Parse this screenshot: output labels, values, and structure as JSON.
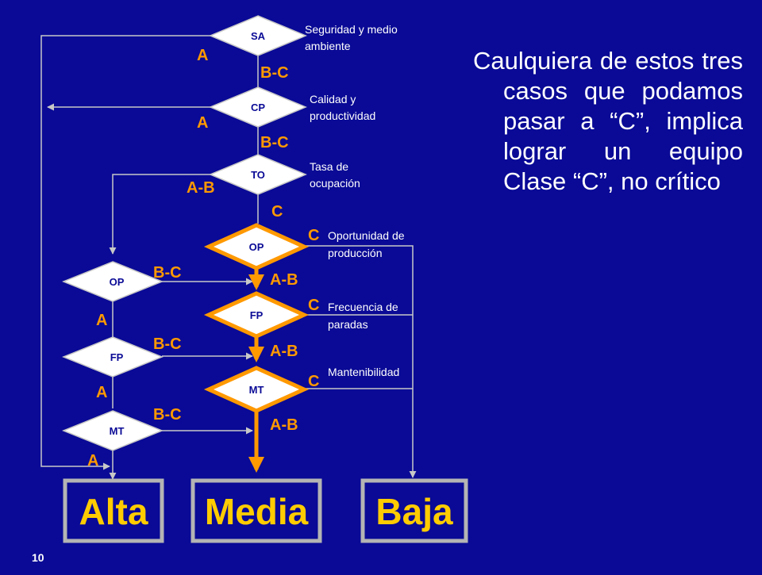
{
  "colors": {
    "background": "#0a0a96",
    "line": "#c8c8c8",
    "accent": "#ff9900",
    "outcome_text": "#ffcc00",
    "outcome_box": "#0a0a96",
    "outcome_border": "#b4b4b4"
  },
  "nodes": {
    "sa": {
      "label": "SA",
      "desc": [
        "Seguridad y medio",
        "ambiente"
      ]
    },
    "cp": {
      "label": "CP",
      "desc": [
        "Calidad y",
        "productividad"
      ]
    },
    "to": {
      "label": "TO",
      "desc": [
        "Tasa de",
        "ocupación"
      ]
    },
    "op_center": {
      "label": "OP",
      "desc": [
        "Oportunidad de",
        "producción"
      ]
    },
    "fp_center": {
      "label": "FP",
      "desc": [
        "Frecuencia de",
        "paradas"
      ]
    },
    "mt_center": {
      "label": "MT",
      "desc": [
        "Mantenibilidad"
      ]
    },
    "op_left": {
      "label": "OP"
    },
    "fp_left": {
      "label": "FP"
    },
    "mt_left": {
      "label": "MT"
    }
  },
  "edge_labels": {
    "sa_a": "A",
    "sa_bc": "B-C",
    "cp_a": "A",
    "cp_bc": "B-C",
    "to_ab": "A-B",
    "to_c": "C",
    "op_c": "C",
    "op_ab": "A-B",
    "fp_c": "C",
    "fp_ab": "A-B",
    "mt_c": "C",
    "mt_ab": "A-B",
    "opl_bc": "B-C",
    "opl_a": "A",
    "fpl_bc": "B-C",
    "fpl_a": "A",
    "mtl_bc": "B-C",
    "mtl_a": "A"
  },
  "outcomes": {
    "alta": "Alta",
    "media": "Media",
    "baja": "Baja"
  },
  "side_text": "Caulquiera de estos tres casos que podamos pasar a “C”, implica lograr un equipo Clase “C”, no crítico",
  "page_number": "10"
}
